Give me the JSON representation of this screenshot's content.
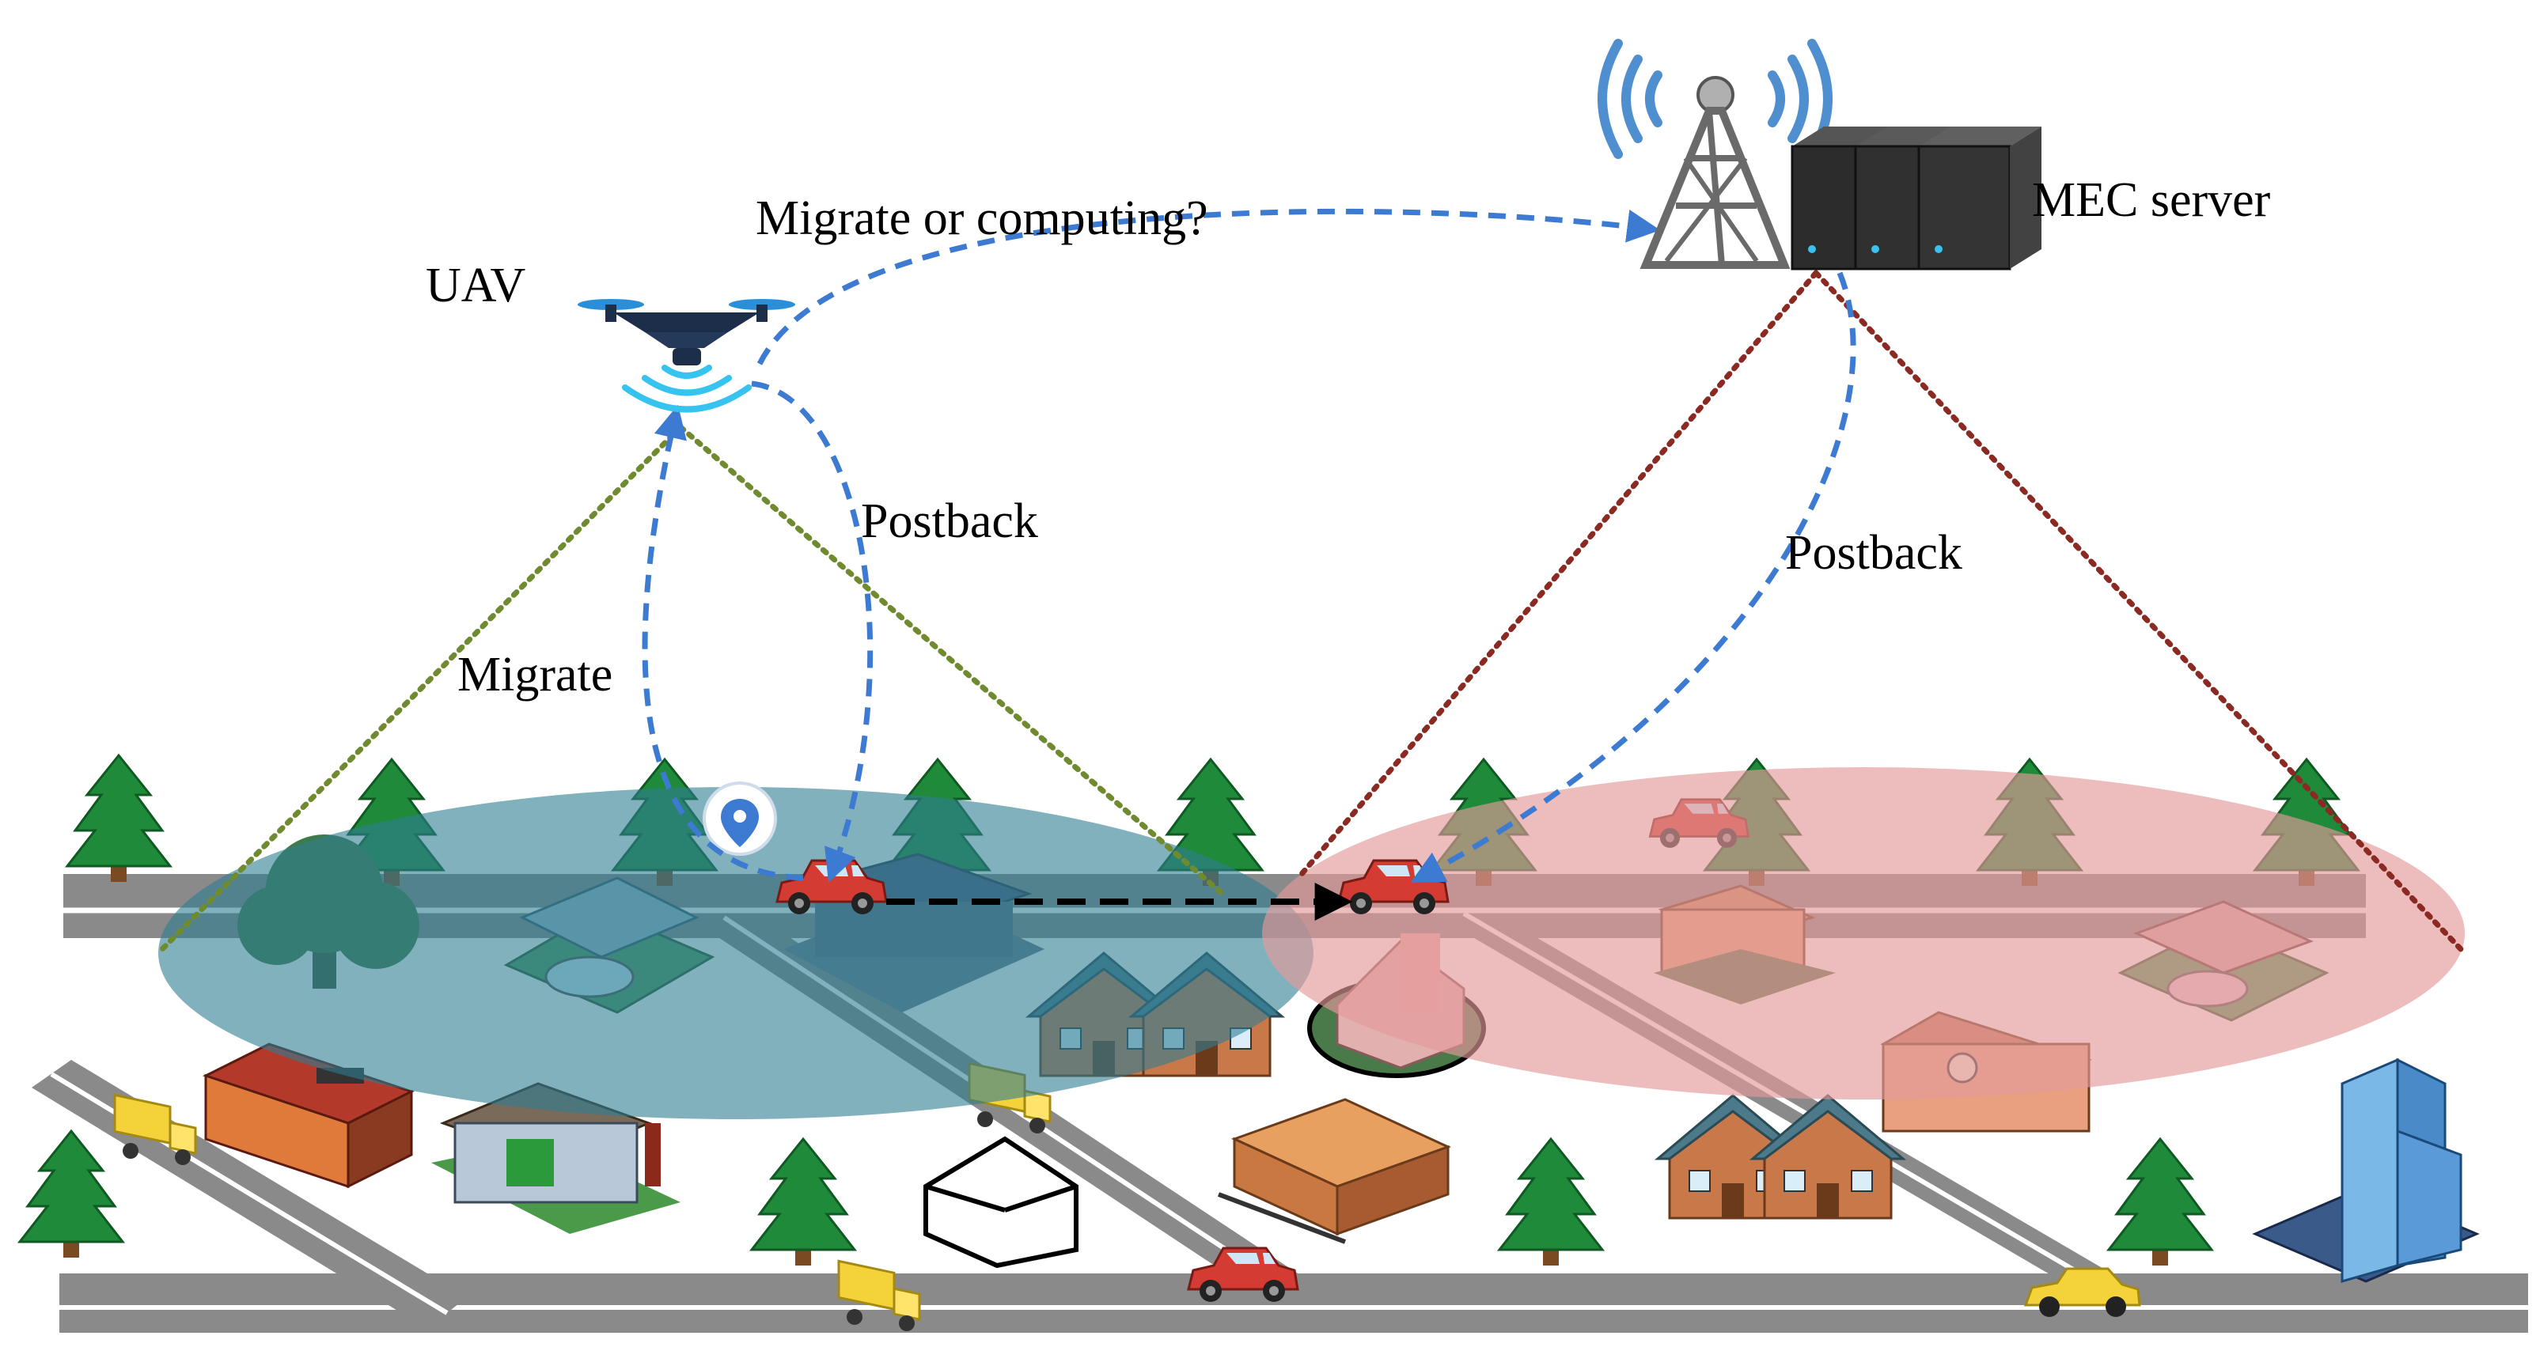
{
  "labels": {
    "uav": "UAV",
    "question": "Migrate or computing?",
    "mec_server": "MEC server",
    "postback_uav": "Postback",
    "postback_mec": "Postback",
    "migrate": "Migrate"
  },
  "icons": [
    "uav-drone-icon",
    "signal-tower-icon",
    "server-rack-icon",
    "location-pin-icon",
    "car-icon",
    "tree-icon",
    "house-icon",
    "office-tower-icon",
    "delivery-truck-icon"
  ],
  "colors": {
    "uav_coverage": "#4a8fa6",
    "mec_coverage": "#e39a9a",
    "uav_cone": "#6f8a2f",
    "mec_cone": "#8b2a22",
    "data_flow": "#3d7ad1",
    "vehicle_move": "#000000",
    "road": "#8a8a8a",
    "car": "#d43b33",
    "tree": "#1f8a3a"
  }
}
